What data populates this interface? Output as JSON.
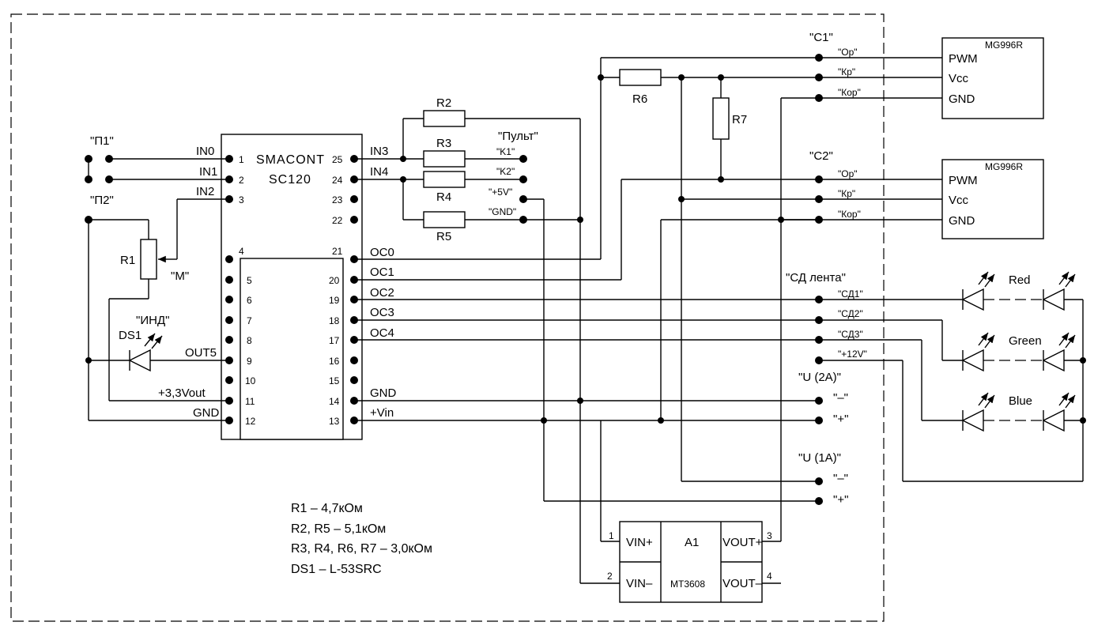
{
  "chip": {
    "name": "SMACONT",
    "model": "SC120",
    "left_pins": [
      {
        "n": "1",
        "label": "IN0"
      },
      {
        "n": "2",
        "label": "IN1"
      },
      {
        "n": "3",
        "label": "IN2"
      },
      {
        "n": "4",
        "label": ""
      },
      {
        "n": "5",
        "label": ""
      },
      {
        "n": "6",
        "label": ""
      },
      {
        "n": "7",
        "label": ""
      },
      {
        "n": "8",
        "label": ""
      },
      {
        "n": "9",
        "label": "OUT5"
      },
      {
        "n": "10",
        "label": ""
      },
      {
        "n": "11",
        "label": "+3,3Vout"
      },
      {
        "n": "12",
        "label": "GND"
      }
    ],
    "right_pins": [
      {
        "n": "25",
        "label": "IN3"
      },
      {
        "n": "24",
        "label": "IN4"
      },
      {
        "n": "23",
        "label": ""
      },
      {
        "n": "22",
        "label": ""
      },
      {
        "n": "21",
        "label": "OC0"
      },
      {
        "n": "20",
        "label": "OC1"
      },
      {
        "n": "19",
        "label": "OC2"
      },
      {
        "n": "18",
        "label": "OC3"
      },
      {
        "n": "17",
        "label": "OC4"
      },
      {
        "n": "16",
        "label": ""
      },
      {
        "n": "15",
        "label": ""
      },
      {
        "n": "14",
        "label": "GND"
      },
      {
        "n": "13",
        "label": "+Vin"
      }
    ]
  },
  "connectors": {
    "p1": "\"П1\"",
    "p2": "\"П2\"",
    "m": "\"M\"",
    "ind": "\"ИНД\"",
    "pult": "\"Пульт\"",
    "pult_pins": [
      "\"K1\"",
      "\"K2\"",
      "\"+5V\"",
      "\"GND\""
    ],
    "c1": "\"C1\"",
    "c2": "\"C2\"",
    "servo_pins": [
      "\"Ор\"",
      "\"Кр\"",
      "\"Кор\""
    ],
    "led_strip": "\"СД лента\"",
    "led_pins": [
      "\"СД1\"",
      "\"СД2\"",
      "\"СД3\"",
      "\"+12V\""
    ],
    "u2a": "\"U (2A)\"",
    "u1a": "\"U (1A)\"",
    "minus": "\"–\"",
    "plus": "\"+\""
  },
  "components": {
    "r1": "R1",
    "r2": "R2",
    "r3": "R3",
    "r4": "R4",
    "r5": "R5",
    "r6": "R6",
    "r7": "R7",
    "ds1": "DS1"
  },
  "servo": {
    "model": "MG996R",
    "pins": [
      "PWM",
      "Vcc",
      "GND"
    ]
  },
  "leds": {
    "red": "Red",
    "green": "Green",
    "blue": "Blue"
  },
  "converter": {
    "name": "A1",
    "model": "MT3608",
    "vin_plus": "VIN+",
    "vin_minus": "VIN–",
    "vout_plus": "VOUT+",
    "vout_minus": "VOUT–",
    "pin1": "1",
    "pin2": "2",
    "pin3": "3",
    "pin4": "4"
  },
  "notes": [
    "R1 – 4,7кОм",
    "R2, R5 – 5,1кОм",
    "R3, R4, R6, R7 – 3,0кОм",
    "DS1 – L-53SRC"
  ]
}
